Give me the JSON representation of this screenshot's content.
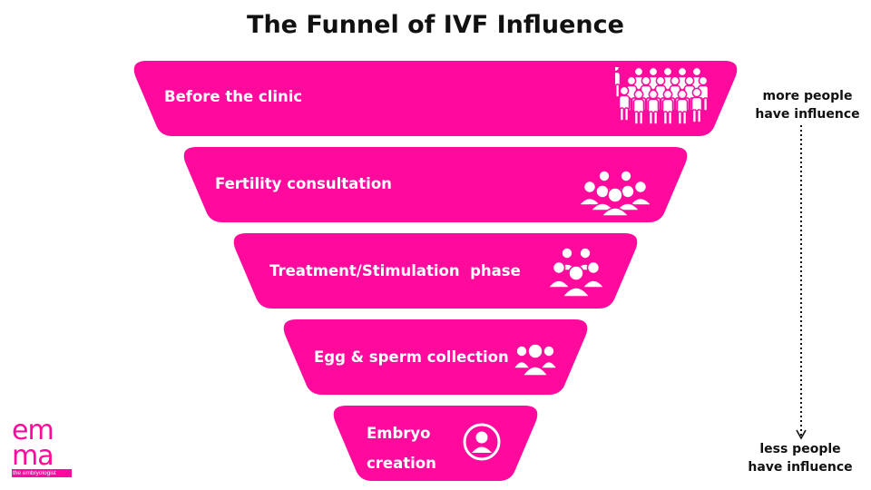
{
  "title": "The Funnel of IVF Influence",
  "colors": {
    "accent": "#ff0a9c",
    "text": "#111111",
    "background": "#ffffff"
  },
  "stages": [
    {
      "label": "Before the clinic",
      "icon": "large-crowd-icon"
    },
    {
      "label": "Fertility consultation",
      "icon": "crowd-icon"
    },
    {
      "label": "Treatment/Stimulation  phase",
      "icon": "small-group-icon"
    },
    {
      "label": "Egg & sperm collection",
      "icon": "group-icon"
    },
    {
      "label_line1": "Embryo",
      "label_line2": "creation",
      "icon": "single-person-icon"
    }
  ],
  "side_notes": {
    "top_line1": "more people",
    "top_line2": "have influence",
    "bottom_line1": "less people",
    "bottom_line2": "have influence"
  },
  "logo": {
    "line1": "em",
    "line2": "ma",
    "subtitle": "the embryologist"
  }
}
